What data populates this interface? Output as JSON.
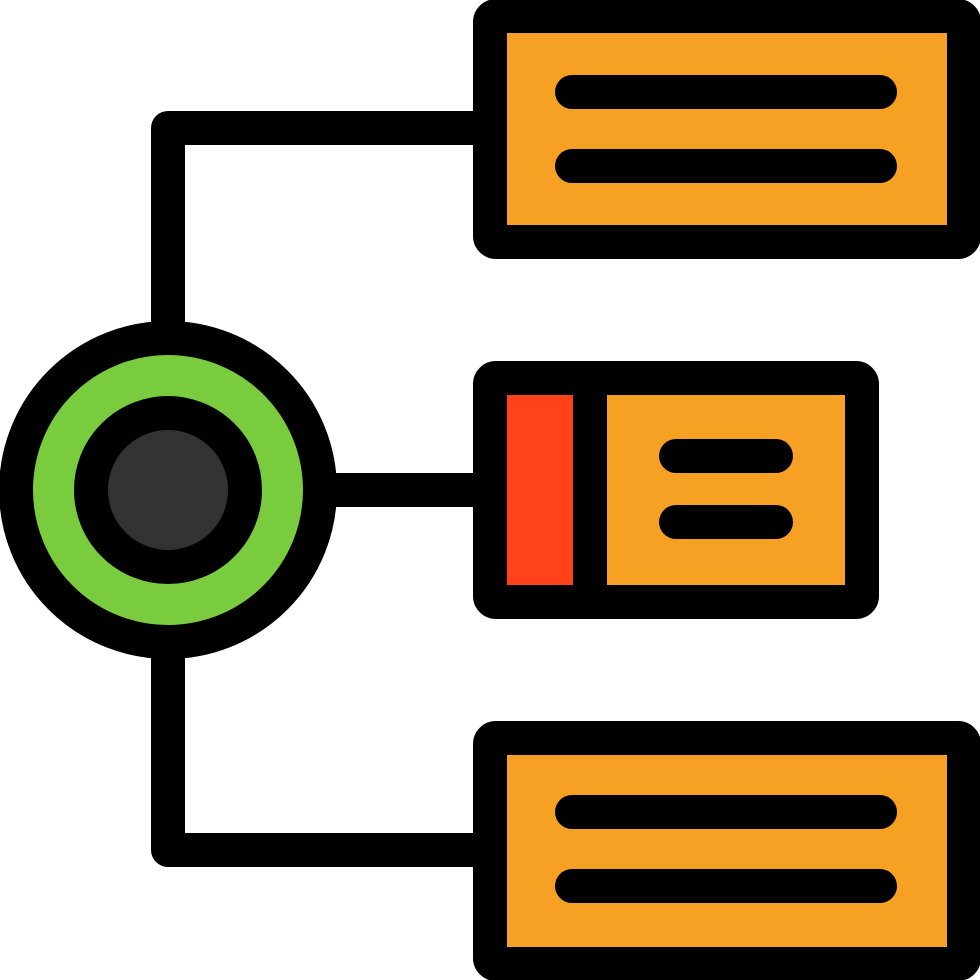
{
  "icon": {
    "name": "hierarchy-structure-icon",
    "colors": {
      "outline": "#000000",
      "node_ring": "#7ACC3F",
      "node_core": "#333333",
      "card_fill": "#F7A124",
      "card_accent": "#FF4219",
      "background": "#FFFFFF"
    },
    "center_node": {
      "name": "hub-node"
    },
    "cards": [
      {
        "name": "top-card",
        "text_lines": 2,
        "has_accent_strip": false
      },
      {
        "name": "middle-card",
        "text_lines": 2,
        "has_accent_strip": true
      },
      {
        "name": "bottom-card",
        "text_lines": 2,
        "has_accent_strip": false
      }
    ]
  }
}
